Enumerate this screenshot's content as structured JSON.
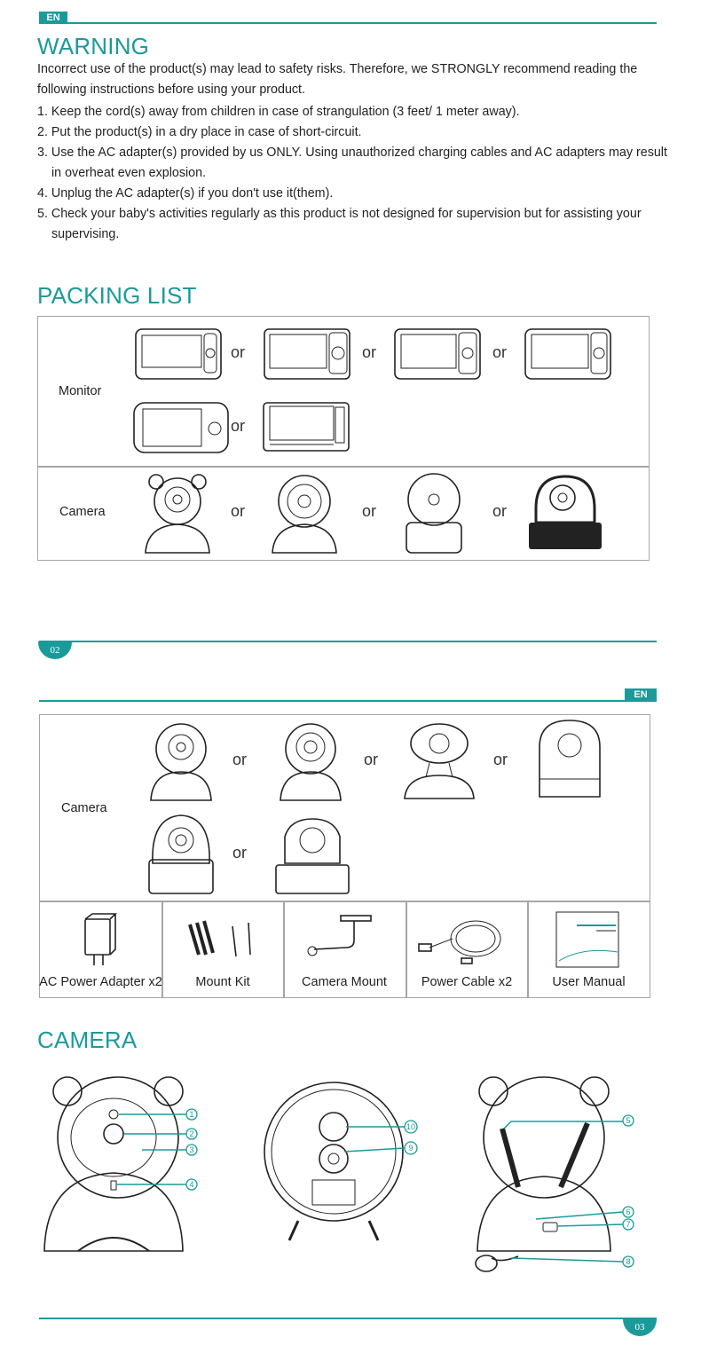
{
  "page1": {
    "lang_tab": "EN",
    "warning_title": "WARNING",
    "warning_intro_1": "Incorrect use of the product(s) may lead to safety risks. Therefore, we STRONGLY recommend reading the",
    "warning_intro_2": "following instructions before using your product.",
    "items": [
      "1. Keep the cord(s) away from children in case of strangulation (3 feet/ 1 meter away).",
      "2. Put the product(s) in a dry place in case of short-circuit.",
      "3. Use the AC adapter(s) provided by us ONLY. Using unauthorized charging cables and AC adapters may result",
      "in overheat even explosion.",
      "4. Unplug the AC adapter(s) if you don't use it(them).",
      "5. Check your baby's activities regularly as this product is not designed for supervision but for assisting your",
      "supervising."
    ],
    "packing_title": "PACKING LIST",
    "monitor_label": "Monitor",
    "camera_label": "Camera",
    "or_word": "or",
    "page_number": "02"
  },
  "page2": {
    "lang_tab": "EN",
    "camera_label": "Camera",
    "accessories": [
      "AC Power Adapter x2",
      "Mount Kit",
      "Camera Mount",
      "Power Cable x2",
      "User Manual"
    ],
    "camera_title": "CAMERA",
    "callouts": [
      "1",
      "2",
      "3",
      "4",
      "5",
      "6",
      "7",
      "8",
      "9",
      "10"
    ],
    "page_number": "03"
  },
  "colors": {
    "accent": "#1a9b9a",
    "border": "#a6a6a6",
    "text": "#231f20"
  }
}
